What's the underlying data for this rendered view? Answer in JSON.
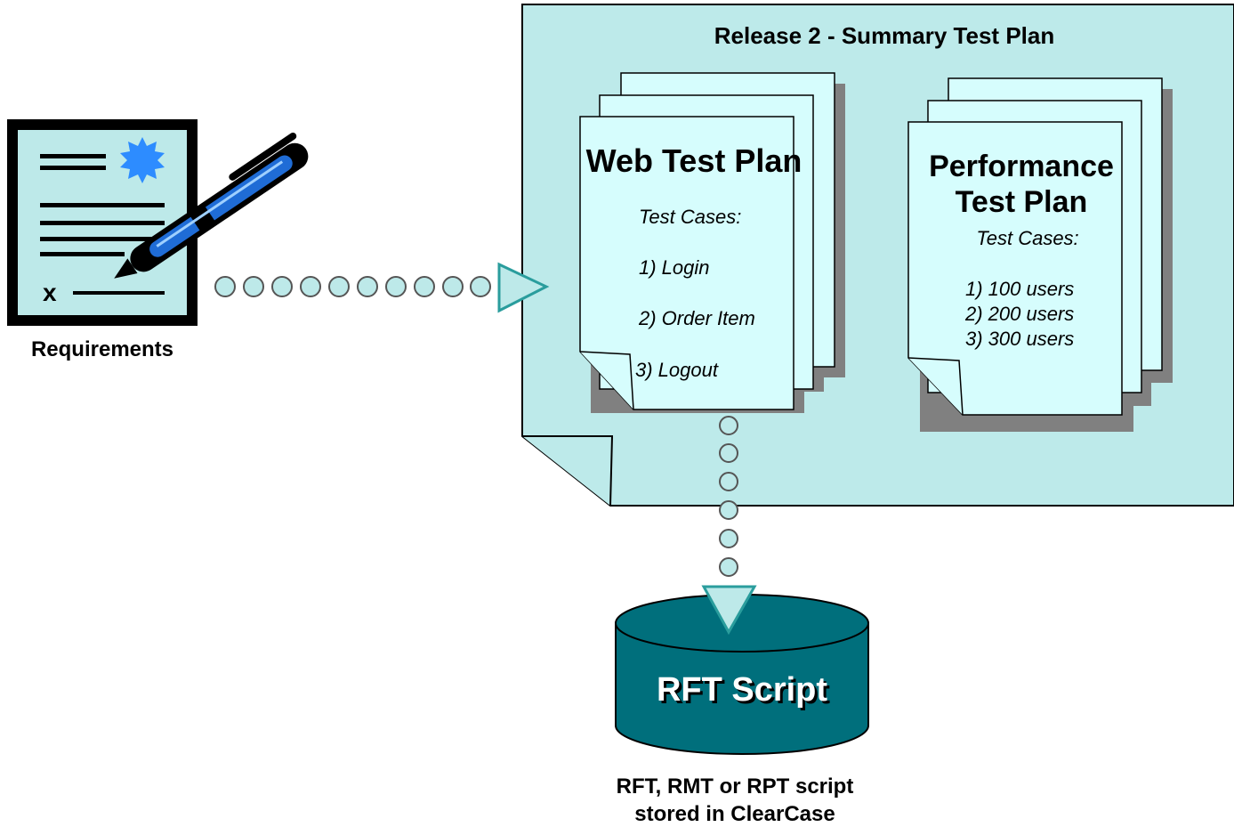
{
  "summary_plan": {
    "title": "Release 2 -  Summary Test Plan"
  },
  "web_plan": {
    "title": "Web Test Plan",
    "cases_label": "Test Cases:",
    "cases": [
      "1) Login",
      "2) Order Item",
      "3) Logout"
    ]
  },
  "perf_plan": {
    "title_line1": "Performance",
    "title_line2": "Test Plan",
    "cases_label": "Test Cases:",
    "cases": [
      "1) 100 users",
      "2) 200 users",
      "3) 300 users"
    ]
  },
  "requirements": {
    "label": "Requirements",
    "signature_mark": "x"
  },
  "script_db": {
    "label": "RFT Script"
  },
  "caption": {
    "line1": "RFT, RMT or RPT script",
    "line2": "stored in ClearCase"
  },
  "colors": {
    "plan_fill": "#bdeaea",
    "page_fill": "#d6fdfd",
    "shadow": "#808080",
    "connector_fill": "#bde9e9",
    "arrow_stroke": "#2a9d9d",
    "db_fill": "#006f7c",
    "doc_fill": "#bde9e9",
    "seal": "#2d8cff",
    "pen_blue": "#1f6cd6"
  }
}
